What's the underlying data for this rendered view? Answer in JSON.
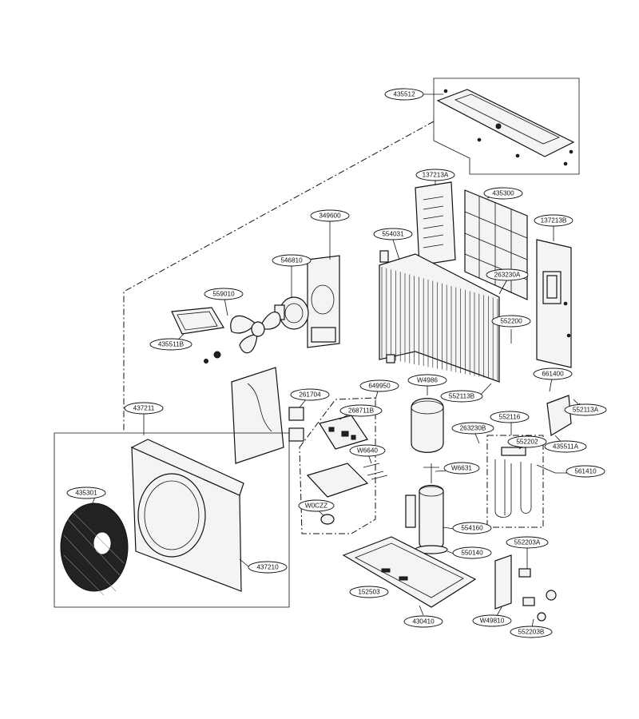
{
  "labels": {
    "p435512": "435512",
    "p137213A": "137213A",
    "p435300": "435300",
    "p137213B": "137213B",
    "p349600": "349600",
    "p554031": "554031",
    "p546810": "546810",
    "p263230A": "263230A",
    "p559010": "559010",
    "p552200": "552200",
    "p435511B": "435511B",
    "p661400": "661400",
    "p261704": "261704",
    "p649950": "649950",
    "pW4986": "W4986",
    "p552113B": "552113B",
    "p552113A": "552113A",
    "p437211": "437211",
    "p268711B": "268711B",
    "p263230B": "263230B",
    "p552116": "552116",
    "p552202": "552202",
    "p435511A": "435511A",
    "pW6640": "W6640",
    "pW6631": "W6631",
    "p561410": "561410",
    "p435301": "435301",
    "pW0CZZ": "W0CZZ",
    "p554160": "554160",
    "p550140": "550140",
    "p552203A": "552203A",
    "p437210": "437210",
    "p152503": "152503",
    "p430410": "430410",
    "pW49810": "W49810",
    "p552203B": "552203B"
  }
}
